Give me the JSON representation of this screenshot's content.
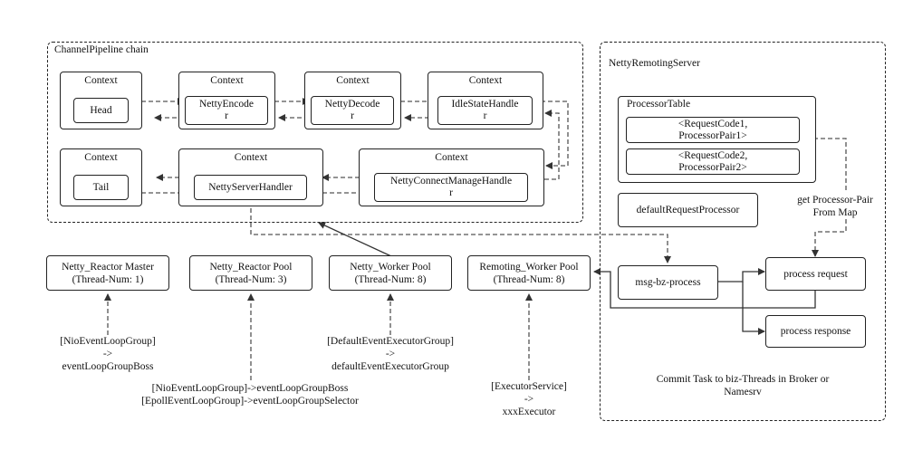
{
  "pipeline": {
    "title": "ChannelPipeline chain",
    "context_label": "Context",
    "handlers": {
      "head": "Head",
      "encoder": "NettyEncode\nr",
      "decoder": "NettyDecode\nr",
      "idle": "IdleStateHandle\nr",
      "tail": "Tail",
      "server_handler": "NettyServerHandler",
      "connect_manage": "NettyConnectManageHandle\nr"
    }
  },
  "server": {
    "title": "NettyRemotingServer",
    "processor_table": {
      "title": "ProcessorTable",
      "entries": [
        "<RequestCode1,\nProcessorPair1>",
        "<RequestCode2,\nProcessorPair2>"
      ]
    },
    "default_processor": "defaultRequestProcessor",
    "get_pair_label": "get Processor-Pair\nFrom Map",
    "msg_process": "msg-bz-process",
    "process_request": "process request",
    "process_response": "process response",
    "commit_note": "Commit Task to biz-Threads in Broker or\nNamesrv"
  },
  "pools": [
    {
      "name": "Netty_Reactor Master\n(Thread-Num: 1)",
      "note": "[NioEventLoopGroup]\n->\neventLoopGroupBoss"
    },
    {
      "name": "Netty_Reactor Pool\n(Thread-Num: 3)",
      "note": "[NioEventLoopGroup]->eventLoopGroupBoss\n[EpollEventLoopGroup]->eventLoopGroupSelector"
    },
    {
      "name": "Netty_Worker Pool\n(Thread-Num: 8)",
      "note": "[DefaultEventExecutorGroup]\n->\ndefaultEventExecutorGroup"
    },
    {
      "name": "Remoting_Worker Pool\n(Thread-Num: 8)",
      "note": "[ExecutorService]\n->\nxxxExecutor"
    }
  ]
}
